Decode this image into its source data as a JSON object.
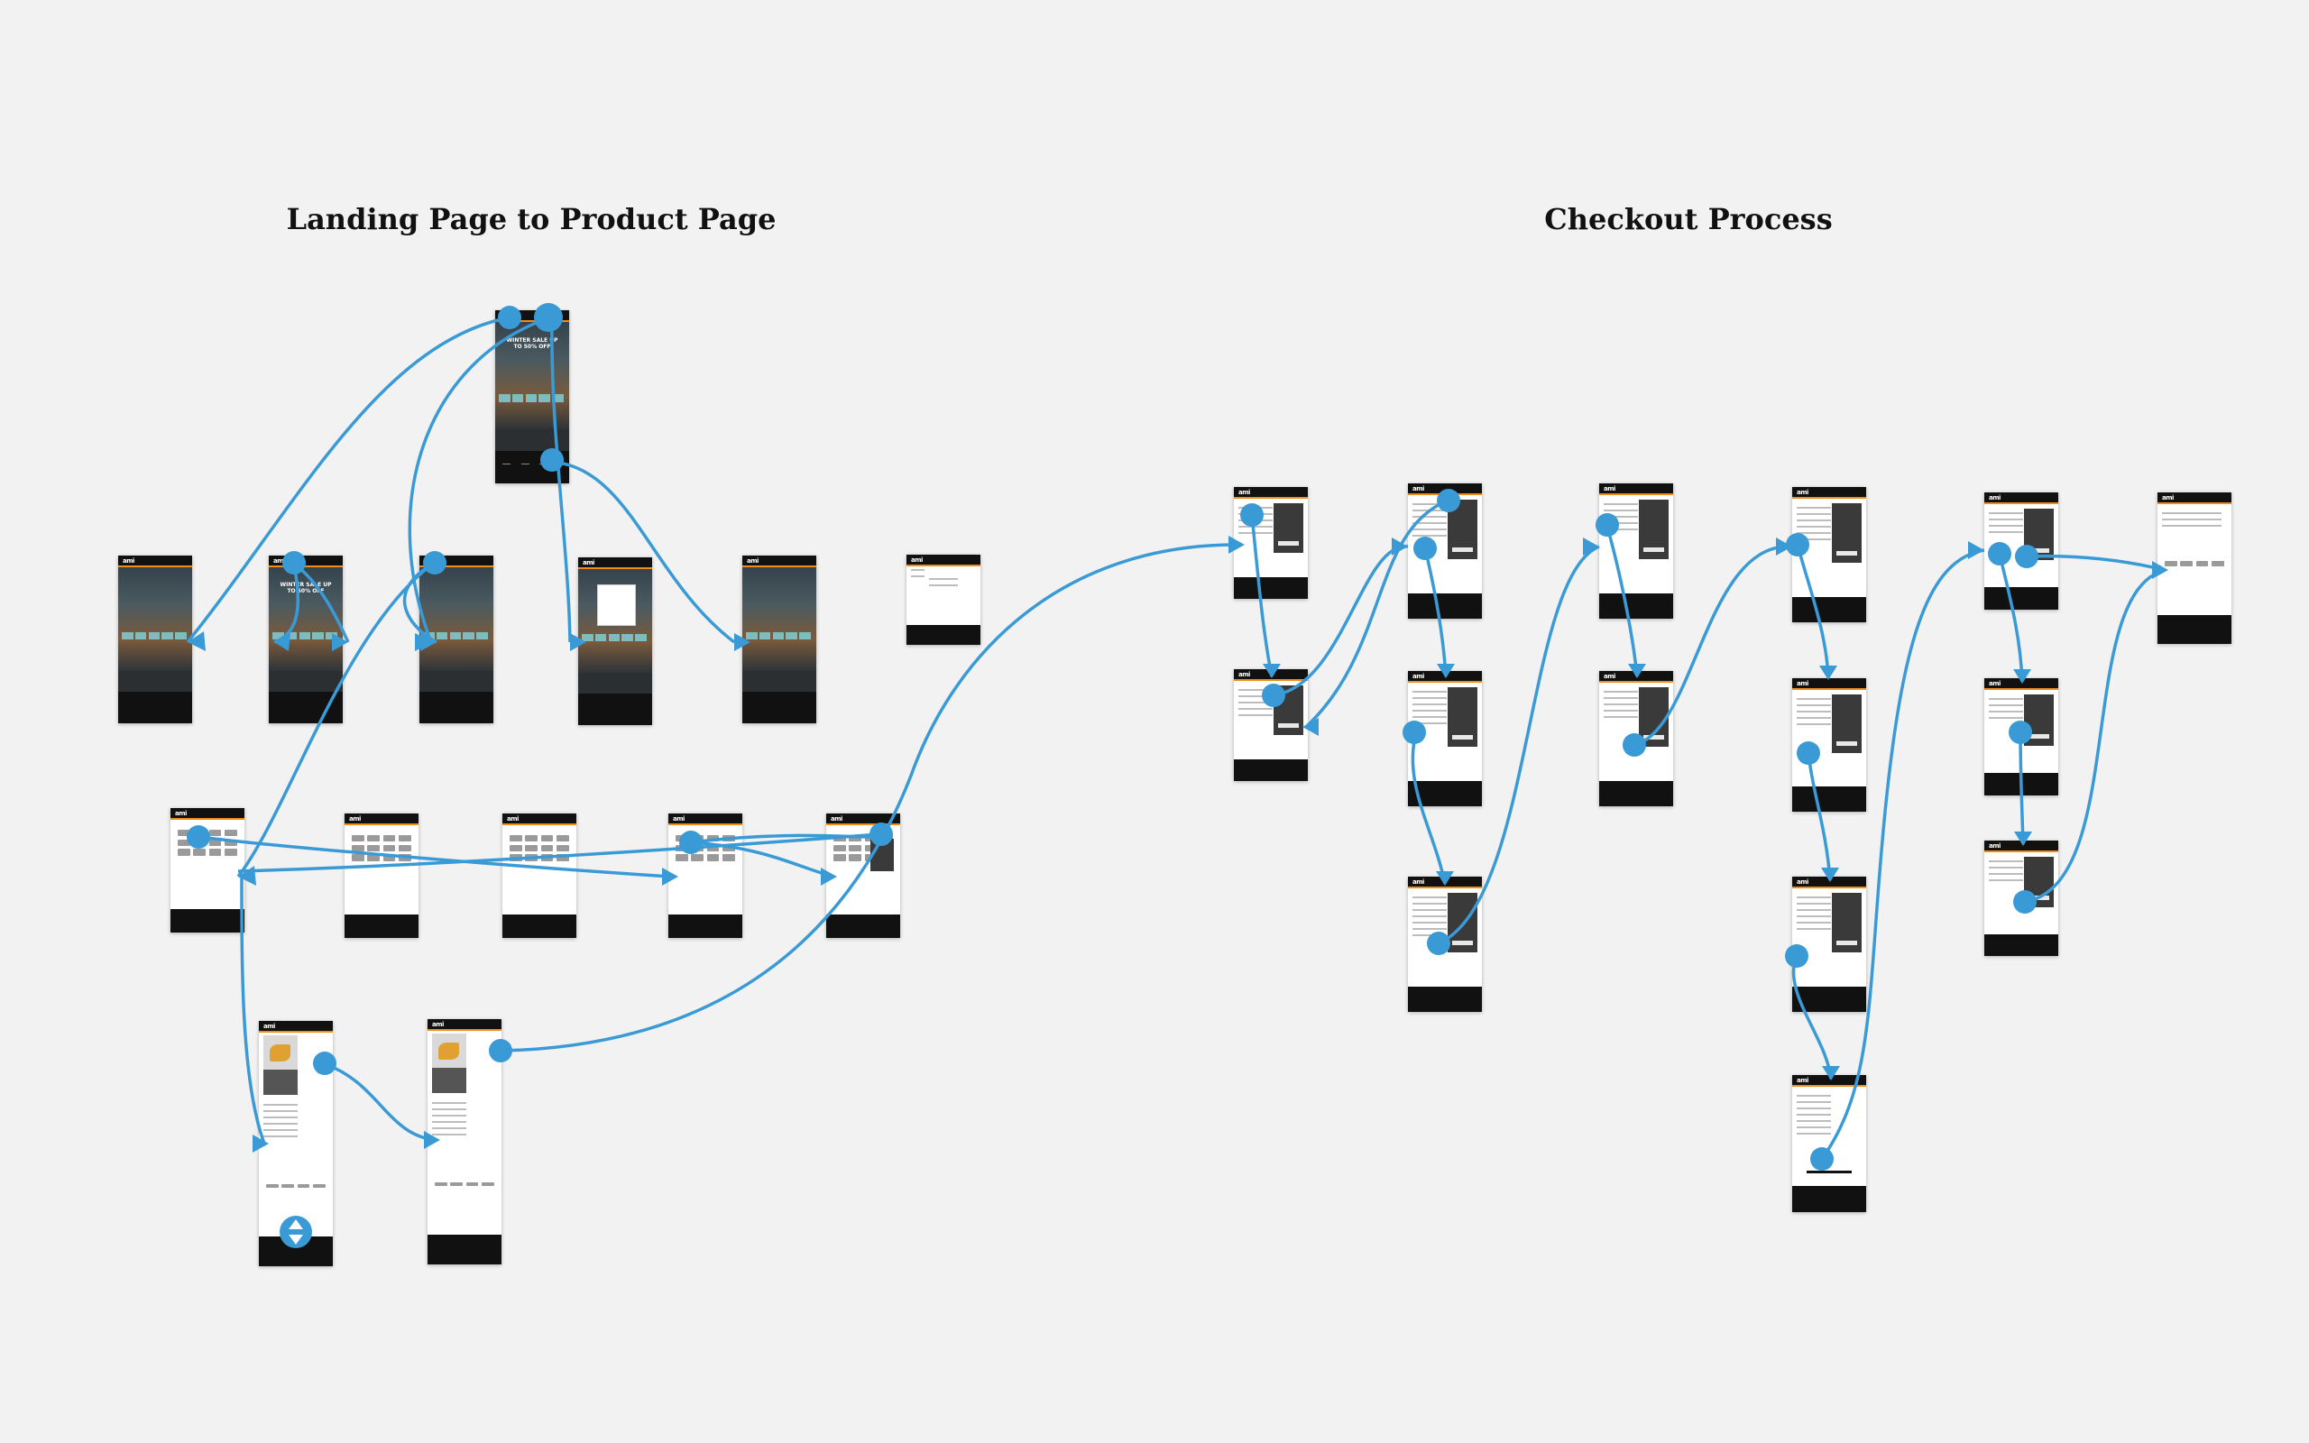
{
  "sections": [
    {
      "title": "Landing Page to Product Page"
    },
    {
      "title": "Checkout Process"
    }
  ],
  "frame_logo": "ami",
  "landing_promo": "WINTER SALE UP TO 50% OFF",
  "accent_colors": {
    "flow": "#3a9ad6",
    "brand_orange": "#f08c1a",
    "canvas": "#f2f2f2"
  },
  "icons": [
    "hotspot-dot-icon",
    "arrow-head-icon",
    "scroll-toggle-icon"
  ]
}
